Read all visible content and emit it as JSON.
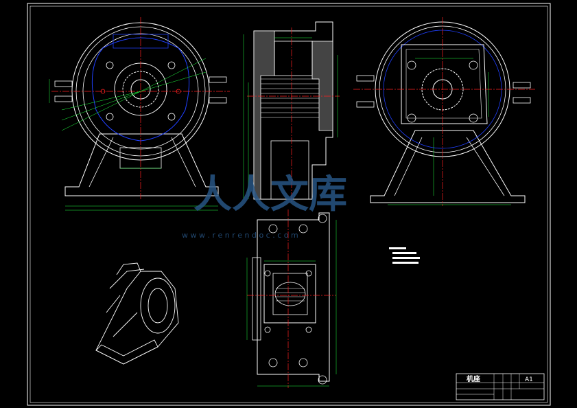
{
  "drawing": {
    "title": "机座",
    "sheet_size": "A1"
  },
  "watermark": {
    "brand": "人人文库",
    "url": "w w w . r e n r e n d o c . c o m"
  },
  "colors": {
    "background": "#000000",
    "outline": "#ffffff",
    "centerline": "#ff2020",
    "dimension": "#20ff40",
    "hidden": "#2040ff",
    "watermark": "#2a5a8c"
  }
}
